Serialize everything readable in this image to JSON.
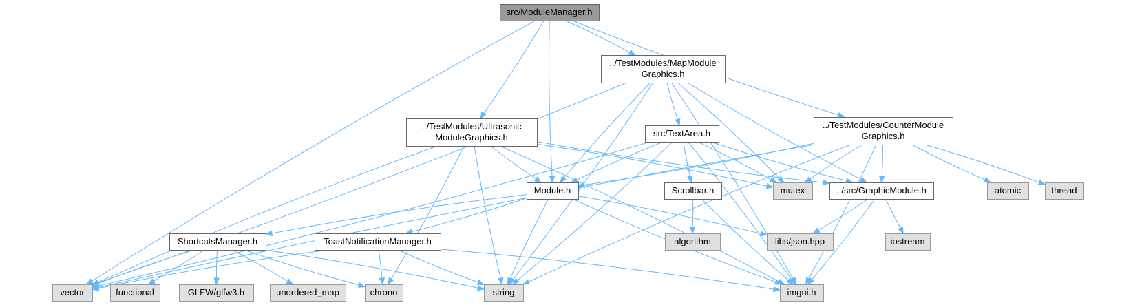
{
  "colors": {
    "root_fill": "#999999",
    "root_border": "#666666",
    "local_fill": "#ffffff",
    "local_border": "#666666",
    "system_fill": "#e0e0e0",
    "system_border": "#999999",
    "edge": "#63b8ff"
  },
  "nodes": [
    {
      "id": "module_manager",
      "kind": "root",
      "lines": [
        "src/ModuleManager.h"
      ]
    },
    {
      "id": "map_module",
      "kind": "local",
      "lines": [
        "../TestModules/MapModule",
        "Graphics.h"
      ]
    },
    {
      "id": "ultrasonic",
      "kind": "local",
      "lines": [
        "../TestModules/Ultrasonic",
        "ModuleGraphics.h"
      ]
    },
    {
      "id": "text_area",
      "kind": "local",
      "lines": [
        "src/TextArea.h"
      ]
    },
    {
      "id": "counter_module",
      "kind": "local",
      "lines": [
        "../TestModules/CounterModule",
        "Graphics.h"
      ]
    },
    {
      "id": "module_h",
      "kind": "local",
      "lines": [
        "Module.h"
      ]
    },
    {
      "id": "scrollbar",
      "kind": "local",
      "lines": [
        "Scrollbar.h"
      ]
    },
    {
      "id": "mutex",
      "kind": "system",
      "lines": [
        "mutex"
      ]
    },
    {
      "id": "graphic_module",
      "kind": "local",
      "lines": [
        "../src/GraphicModule.h"
      ]
    },
    {
      "id": "atomic",
      "kind": "system",
      "lines": [
        "atomic"
      ]
    },
    {
      "id": "thread",
      "kind": "system",
      "lines": [
        "thread"
      ]
    },
    {
      "id": "shortcuts",
      "kind": "local",
      "lines": [
        "ShortcutsManager.h"
      ]
    },
    {
      "id": "toast",
      "kind": "local",
      "lines": [
        "ToastNotificationManager.h"
      ]
    },
    {
      "id": "algorithm",
      "kind": "system",
      "lines": [
        "algorithm"
      ]
    },
    {
      "id": "json",
      "kind": "system",
      "lines": [
        "libs/json.hpp"
      ]
    },
    {
      "id": "iostream",
      "kind": "system",
      "lines": [
        "iostream"
      ]
    },
    {
      "id": "vector",
      "kind": "system",
      "lines": [
        "vector"
      ]
    },
    {
      "id": "functional",
      "kind": "system",
      "lines": [
        "functional"
      ]
    },
    {
      "id": "glfw",
      "kind": "system",
      "lines": [
        "GLFW/glfw3.h"
      ]
    },
    {
      "id": "unordered_map",
      "kind": "system",
      "lines": [
        "unordered_map"
      ]
    },
    {
      "id": "chrono",
      "kind": "system",
      "lines": [
        "chrono"
      ]
    },
    {
      "id": "string",
      "kind": "system",
      "lines": [
        "string"
      ]
    },
    {
      "id": "imgui",
      "kind": "system",
      "lines": [
        "imgui.h"
      ]
    }
  ],
  "edges": [
    [
      "module_manager",
      "vector"
    ],
    [
      "module_manager",
      "ultrasonic"
    ],
    [
      "module_manager",
      "module_h"
    ],
    [
      "module_manager",
      "map_module"
    ],
    [
      "module_manager",
      "counter_module"
    ],
    [
      "map_module",
      "vector"
    ],
    [
      "map_module",
      "module_h"
    ],
    [
      "map_module",
      "string"
    ],
    [
      "map_module",
      "text_area"
    ],
    [
      "map_module",
      "mutex"
    ],
    [
      "map_module",
      "graphic_module"
    ],
    [
      "map_module",
      "imgui"
    ],
    [
      "ultrasonic",
      "vector"
    ],
    [
      "ultrasonic",
      "chrono"
    ],
    [
      "ultrasonic",
      "string"
    ],
    [
      "ultrasonic",
      "imgui"
    ],
    [
      "ultrasonic",
      "module_h"
    ],
    [
      "ultrasonic",
      "mutex"
    ],
    [
      "ultrasonic",
      "graphic_module"
    ],
    [
      "text_area",
      "vector"
    ],
    [
      "text_area",
      "module_h"
    ],
    [
      "text_area",
      "string"
    ],
    [
      "text_area",
      "scrollbar"
    ],
    [
      "text_area",
      "mutex"
    ],
    [
      "text_area",
      "graphic_module"
    ],
    [
      "text_area",
      "imgui"
    ],
    [
      "counter_module",
      "vector"
    ],
    [
      "counter_module",
      "module_h"
    ],
    [
      "counter_module",
      "mutex"
    ],
    [
      "counter_module",
      "graphic_module"
    ],
    [
      "counter_module",
      "atomic"
    ],
    [
      "counter_module",
      "thread"
    ],
    [
      "counter_module",
      "string"
    ],
    [
      "counter_module",
      "imgui"
    ],
    [
      "module_h",
      "shortcuts"
    ],
    [
      "module_h",
      "toast"
    ],
    [
      "module_h",
      "string"
    ],
    [
      "module_h",
      "json"
    ],
    [
      "module_h",
      "imgui"
    ],
    [
      "scrollbar",
      "algorithm"
    ],
    [
      "scrollbar",
      "imgui"
    ],
    [
      "graphic_module",
      "json"
    ],
    [
      "graphic_module",
      "iostream"
    ],
    [
      "graphic_module",
      "imgui"
    ],
    [
      "shortcuts",
      "vector"
    ],
    [
      "shortcuts",
      "functional"
    ],
    [
      "shortcuts",
      "glfw"
    ],
    [
      "shortcuts",
      "unordered_map"
    ],
    [
      "shortcuts",
      "chrono"
    ],
    [
      "shortcuts",
      "string"
    ],
    [
      "toast",
      "vector"
    ],
    [
      "toast",
      "chrono"
    ],
    [
      "toast",
      "string"
    ],
    [
      "toast",
      "imgui"
    ]
  ]
}
